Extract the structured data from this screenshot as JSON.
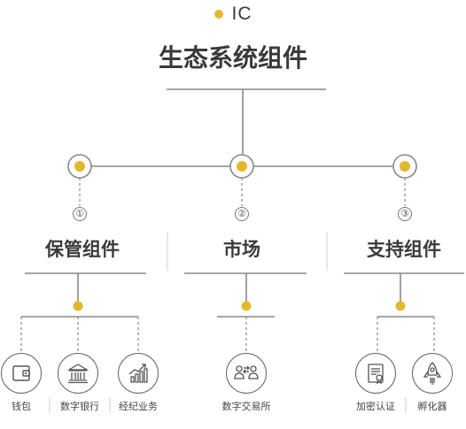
{
  "brand": {
    "text": "IC",
    "dot_color": "#e3b82e"
  },
  "title": "生态系统组件",
  "colors": {
    "accent": "#e3b82e",
    "line": "#888888",
    "text": "#3a3a3a"
  },
  "sections": [
    {
      "number": "①",
      "title": "保管组件",
      "items": [
        {
          "label": "钱包",
          "icon": "wallet-icon"
        },
        {
          "label": "数字银行",
          "icon": "bank-icon"
        },
        {
          "label": "经纪业务",
          "icon": "growth-chart-icon"
        }
      ]
    },
    {
      "number": "②",
      "title": "市场",
      "items": [
        {
          "label": "数字交易所",
          "icon": "exchange-icon"
        }
      ]
    },
    {
      "number": "③",
      "title": "支持组件",
      "items": [
        {
          "label": "加密认证",
          "icon": "certificate-icon"
        },
        {
          "label": "孵化器",
          "icon": "rocket-icon"
        }
      ]
    }
  ]
}
